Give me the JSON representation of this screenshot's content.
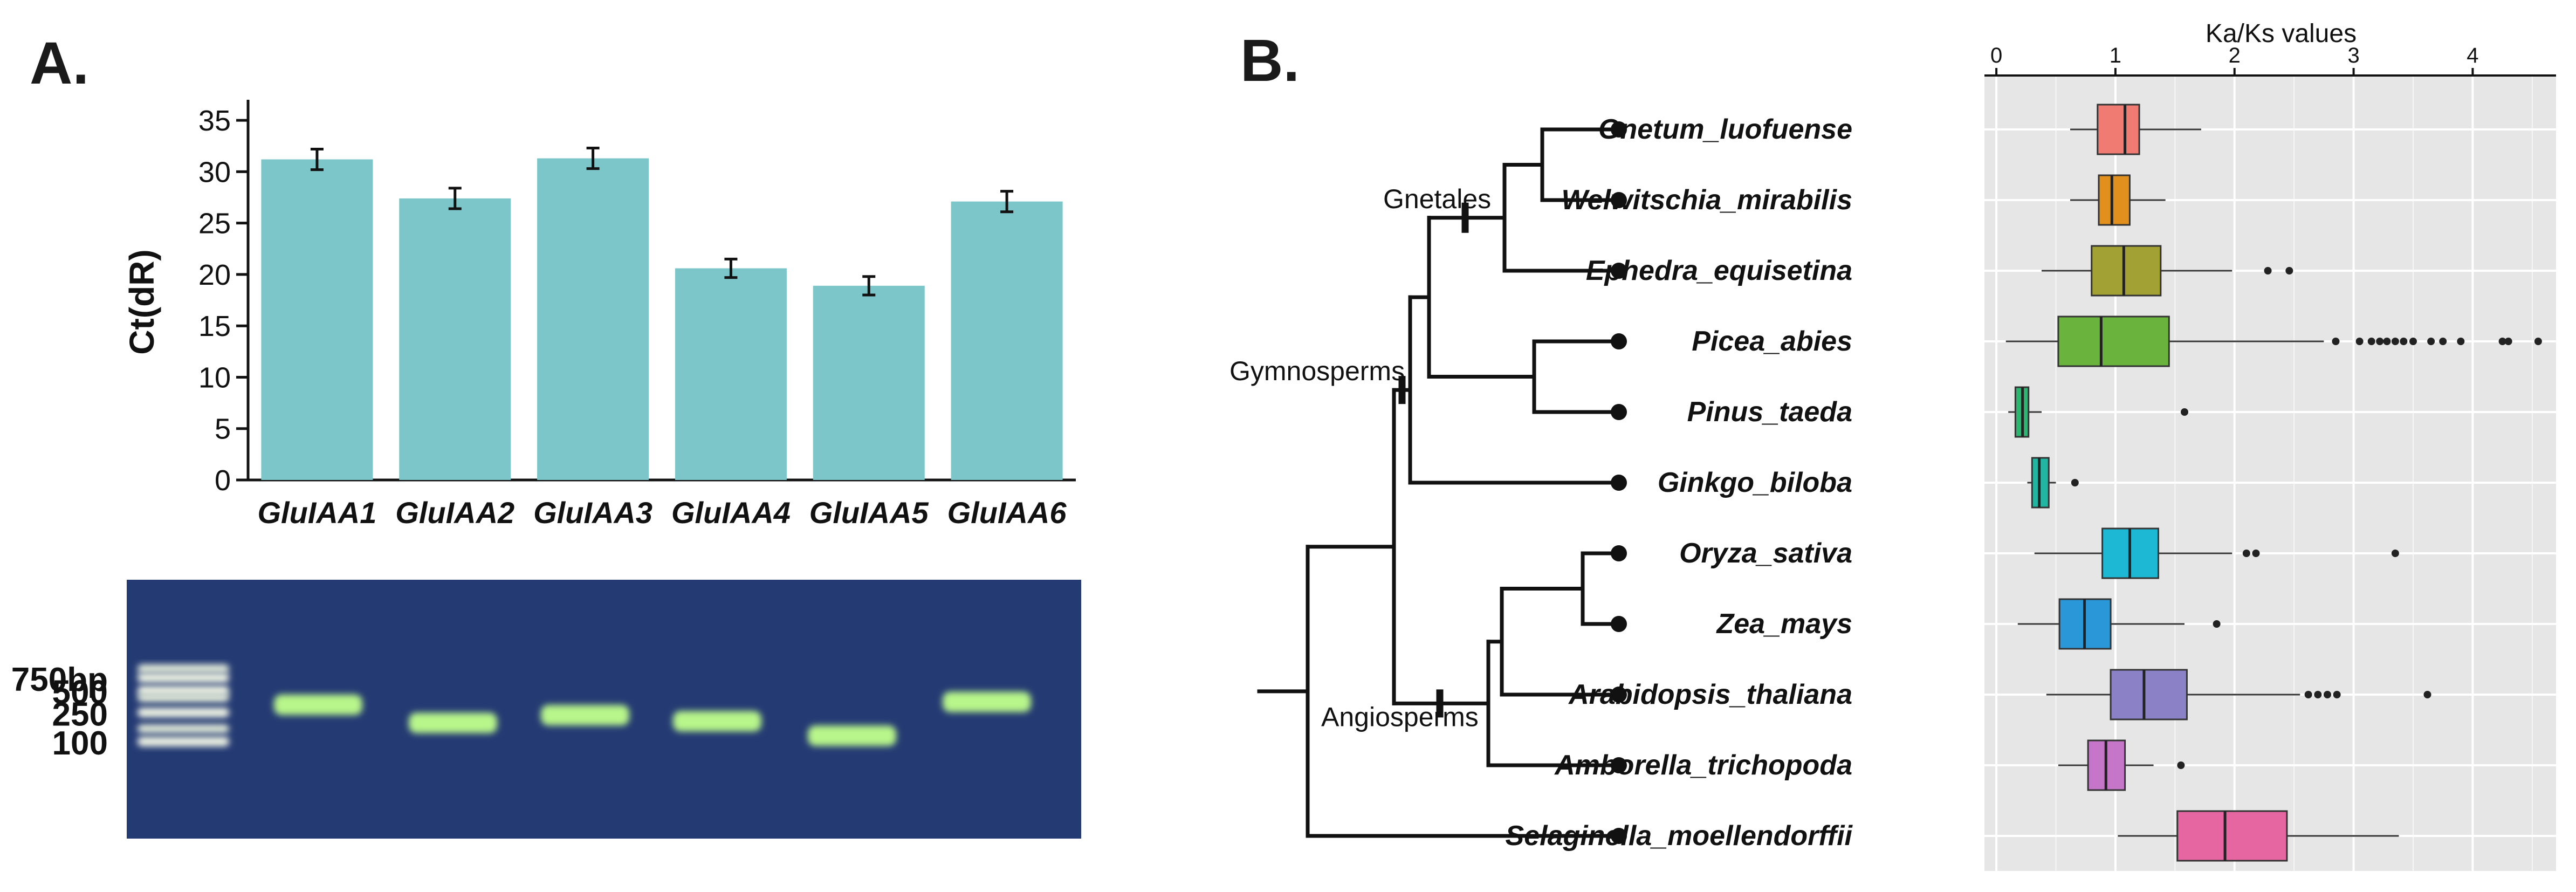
{
  "panels": {
    "a_label": "A.",
    "b_label": "B."
  },
  "chart_data": [
    {
      "type": "bar",
      "ylabel": "Ct(dR)",
      "categories": [
        "GluIAA1",
        "GluIAA2",
        "GluIAA3",
        "GluIAA4",
        "GluIAA5",
        "GluIAA6"
      ],
      "values": [
        31.2,
        27.4,
        31.3,
        20.6,
        18.9,
        27.1
      ],
      "errors": [
        1.0,
        1.0,
        1.0,
        0.9,
        0.9,
        1.0
      ],
      "yticks": [
        0,
        5,
        10,
        15,
        20,
        25,
        30,
        35
      ],
      "ylim": [
        0,
        37
      ],
      "bar_color": "#7cc5c8"
    },
    {
      "type": "table",
      "gel": {
        "ladder_labels": [
          "750bp",
          "500",
          "250",
          "100"
        ],
        "ladder_bp": [
          750,
          500,
          250,
          100
        ],
        "lanes": [
          "GluIAA1",
          "GluIAA2",
          "GluIAA3",
          "GluIAA4",
          "GluIAA5",
          "GluIAA6"
        ],
        "band_bp": [
          320,
          180,
          230,
          190,
          120,
          350
        ],
        "background": "#243a73",
        "band_color": "#b8f58a"
      }
    },
    {
      "type": "scatter",
      "tree": {
        "taxa": [
          "Gnetum_luofuense",
          "Welwitschia_mirabilis",
          "Ephedra_equisetina",
          "Picea_abies",
          "Pinus_taeda",
          "Ginkgo_biloba",
          "Oryza_sativa",
          "Zea_mays",
          "Arabidopsis_thaliana",
          "Amborella_trichopoda",
          "Selaginella_moellendorffii"
        ],
        "clades": [
          "Gnetales",
          "Gymnosperms",
          "Angiosperms"
        ]
      }
    },
    {
      "type": "box",
      "title": "Ka/Ks values",
      "xticks": [
        0,
        1,
        2,
        3,
        4
      ],
      "xlim": [
        -0.1,
        4.7
      ],
      "panel_bg": "#e6e6e6",
      "boxes": [
        {
          "name": "Gnetum_luofuense",
          "color": "#ef7b72",
          "wlo": 0.62,
          "q1": 0.85,
          "med": 1.08,
          "q3": 1.2,
          "whi": 1.72,
          "outliers": []
        },
        {
          "name": "Welwitschia_mirabilis",
          "color": "#e1901e",
          "wlo": 0.62,
          "q1": 0.86,
          "med": 0.97,
          "q3": 1.12,
          "whi": 1.42,
          "outliers": []
        },
        {
          "name": "Ephedra_equisetina",
          "color": "#a1a233",
          "wlo": 0.38,
          "q1": 0.8,
          "med": 1.07,
          "q3": 1.38,
          "whi": 1.98,
          "outliers": [
            2.28,
            2.46
          ]
        },
        {
          "name": "Picea_abies",
          "color": "#6ab43e",
          "wlo": 0.08,
          "q1": 0.52,
          "med": 0.88,
          "q3": 1.45,
          "whi": 2.75,
          "outliers": [
            2.85,
            3.05,
            3.15,
            3.22,
            3.28,
            3.35,
            3.42,
            3.5,
            3.65,
            3.75,
            3.9,
            4.25,
            4.3,
            4.55
          ]
        },
        {
          "name": "Pinus_taeda",
          "color": "#2bb672",
          "wlo": 0.1,
          "q1": 0.16,
          "med": 0.22,
          "q3": 0.27,
          "whi": 0.38,
          "outliers": [
            1.58
          ]
        },
        {
          "name": "Ginkgo_biloba",
          "color": "#22b5a2",
          "wlo": 0.26,
          "q1": 0.3,
          "med": 0.36,
          "q3": 0.44,
          "whi": 0.5,
          "outliers": [
            0.66
          ]
        },
        {
          "name": "Oryza_sativa",
          "color": "#1cb8d4",
          "wlo": 0.32,
          "q1": 0.89,
          "med": 1.12,
          "q3": 1.36,
          "whi": 1.98,
          "outliers": [
            2.1,
            2.18,
            3.35
          ]
        },
        {
          "name": "Zea_mays",
          "color": "#2a98d8",
          "wlo": 0.18,
          "q1": 0.53,
          "med": 0.74,
          "q3": 0.96,
          "whi": 1.58,
          "outliers": [
            1.85
          ]
        },
        {
          "name": "Arabidopsis_thaliana",
          "color": "#8a81c6",
          "wlo": 0.42,
          "q1": 0.96,
          "med": 1.24,
          "q3": 1.6,
          "whi": 2.55,
          "outliers": [
            2.62,
            2.7,
            2.78,
            2.86,
            3.62
          ]
        },
        {
          "name": "Amborella_trichopoda",
          "color": "#c676c9",
          "wlo": 0.52,
          "q1": 0.77,
          "med": 0.92,
          "q3": 1.08,
          "whi": 1.32,
          "outliers": [
            1.55
          ]
        },
        {
          "name": "Selaginella_moellendorffii",
          "color": "#e566a1",
          "wlo": 1.02,
          "q1": 1.52,
          "med": 1.92,
          "q3": 2.44,
          "whi": 3.38,
          "outliers": []
        }
      ]
    }
  ]
}
